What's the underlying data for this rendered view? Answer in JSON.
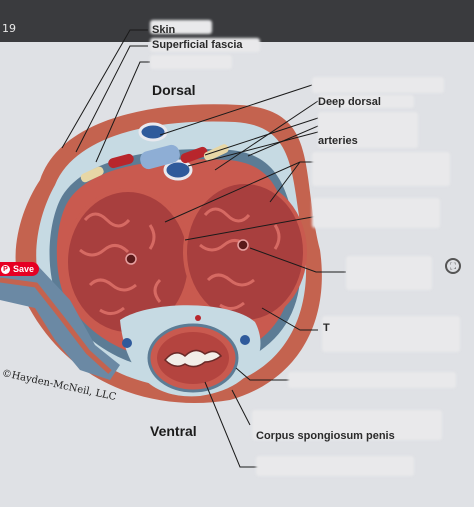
{
  "header": {
    "question_number": "19"
  },
  "orientation": {
    "dorsal": "Dorsal",
    "ventral": "Ventral"
  },
  "credit": "©Hayden-McNeil, LLC",
  "labels": {
    "skin_partial": "Skin",
    "superficial_fascia_partial": "Superficial fascia",
    "deep_dorsal_partial": "Deep dorsal",
    "arteries_partial": "arteries",
    "tunica_partial": "T",
    "corpus_spongiosum_partial": "Corpus spongiosum penis"
  },
  "pin_button": {
    "label": "Save",
    "icon": "pinterest-icon"
  },
  "expand_icon": "expand-icon",
  "colors": {
    "erectile_tissue": "#a83f3e",
    "sheath": "#c95a4f",
    "fascia": "#bcd4df",
    "vein": "#2f5a9b",
    "artery": "#b8262c",
    "nerve": "#e7d7a6"
  }
}
